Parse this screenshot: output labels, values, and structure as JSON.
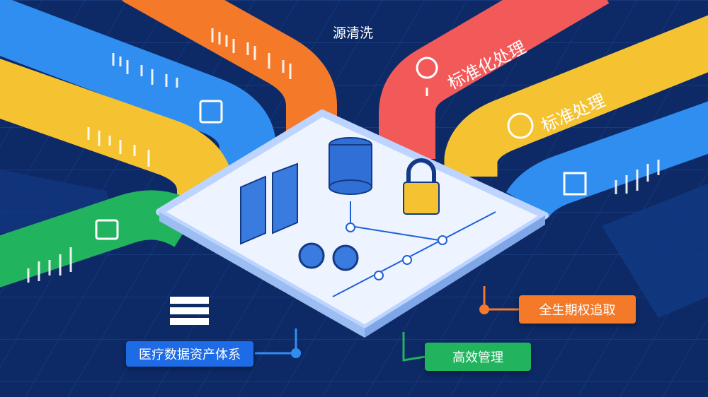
{
  "labels": {
    "top": "源清洗",
    "red_band": "标准化处理",
    "yellow_band": "标准处理",
    "orange_box": "全生期权追取",
    "blue_box": "医疗数据资产体系",
    "green_box": "高效管理"
  },
  "colors": {
    "background": "#0d2a66",
    "orange": "#f47a2a",
    "blue": "#2f8ef0",
    "yellow": "#f5c232",
    "green": "#22b35e",
    "red": "#f25a5a",
    "platform": "#eef4ff"
  },
  "icons": [
    "server-icon",
    "database-icon",
    "lock-icon",
    "gears-icon",
    "calculator-icon",
    "folder-icon",
    "location-pin-icon",
    "globe-icon",
    "box-icon",
    "stack-icon"
  ]
}
